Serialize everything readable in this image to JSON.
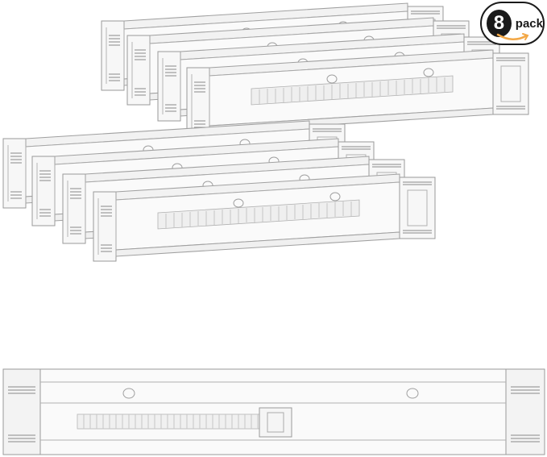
{
  "badge": {
    "count": "8",
    "label": "pack",
    "accent_color": "#f3a847"
  },
  "product": {
    "stack_dividers": 8,
    "colors": {
      "plastic_edge": "#9a9a9a",
      "plastic_fill": "#f4f4f4",
      "spring": "#8a8a8a"
    }
  }
}
